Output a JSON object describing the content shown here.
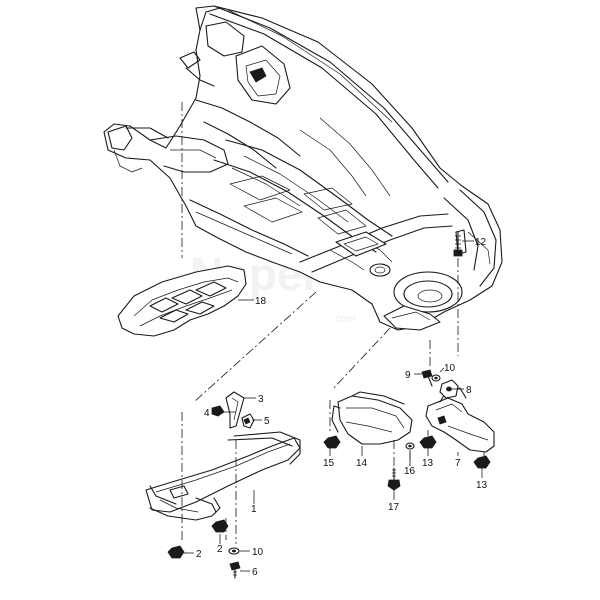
{
  "watermark": {
    "text": "Neper",
    "subtext": ".com"
  },
  "callouts": [
    {
      "id": "c1",
      "label": "1"
    },
    {
      "id": "c2a",
      "label": "2"
    },
    {
      "id": "c2b",
      "label": "2"
    },
    {
      "id": "c3",
      "label": "3"
    },
    {
      "id": "c4",
      "label": "4"
    },
    {
      "id": "c5",
      "label": "5"
    },
    {
      "id": "c6",
      "label": "6"
    },
    {
      "id": "c7",
      "label": "7"
    },
    {
      "id": "c8",
      "label": "8"
    },
    {
      "id": "c9",
      "label": "9"
    },
    {
      "id": "c10a",
      "label": "10"
    },
    {
      "id": "c10b",
      "label": "10"
    },
    {
      "id": "c12",
      "label": "12"
    },
    {
      "id": "c13a",
      "label": "13"
    },
    {
      "id": "c13b",
      "label": "13"
    },
    {
      "id": "c14",
      "label": "14"
    },
    {
      "id": "c15",
      "label": "15"
    },
    {
      "id": "c16",
      "label": "16"
    },
    {
      "id": "c17",
      "label": "17"
    },
    {
      "id": "c18",
      "label": "18"
    }
  ]
}
